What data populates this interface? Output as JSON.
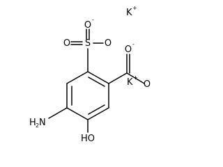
{
  "molecule": {
    "atoms": {
      "sulfur": "S",
      "sulfonate_o1": "O",
      "sulfonate_o2": "O",
      "sulfonate_o3": "O",
      "carboxylate_o_double": "O",
      "carboxylate_o_single": "O",
      "hydroxyl": "HO",
      "amino": "H",
      "amino_n": "N",
      "amino_subscript": "2",
      "negative_charge": "-"
    },
    "counterions": {
      "potassium_1": "K",
      "potassium_2": "K",
      "positive_charge": "+"
    }
  }
}
